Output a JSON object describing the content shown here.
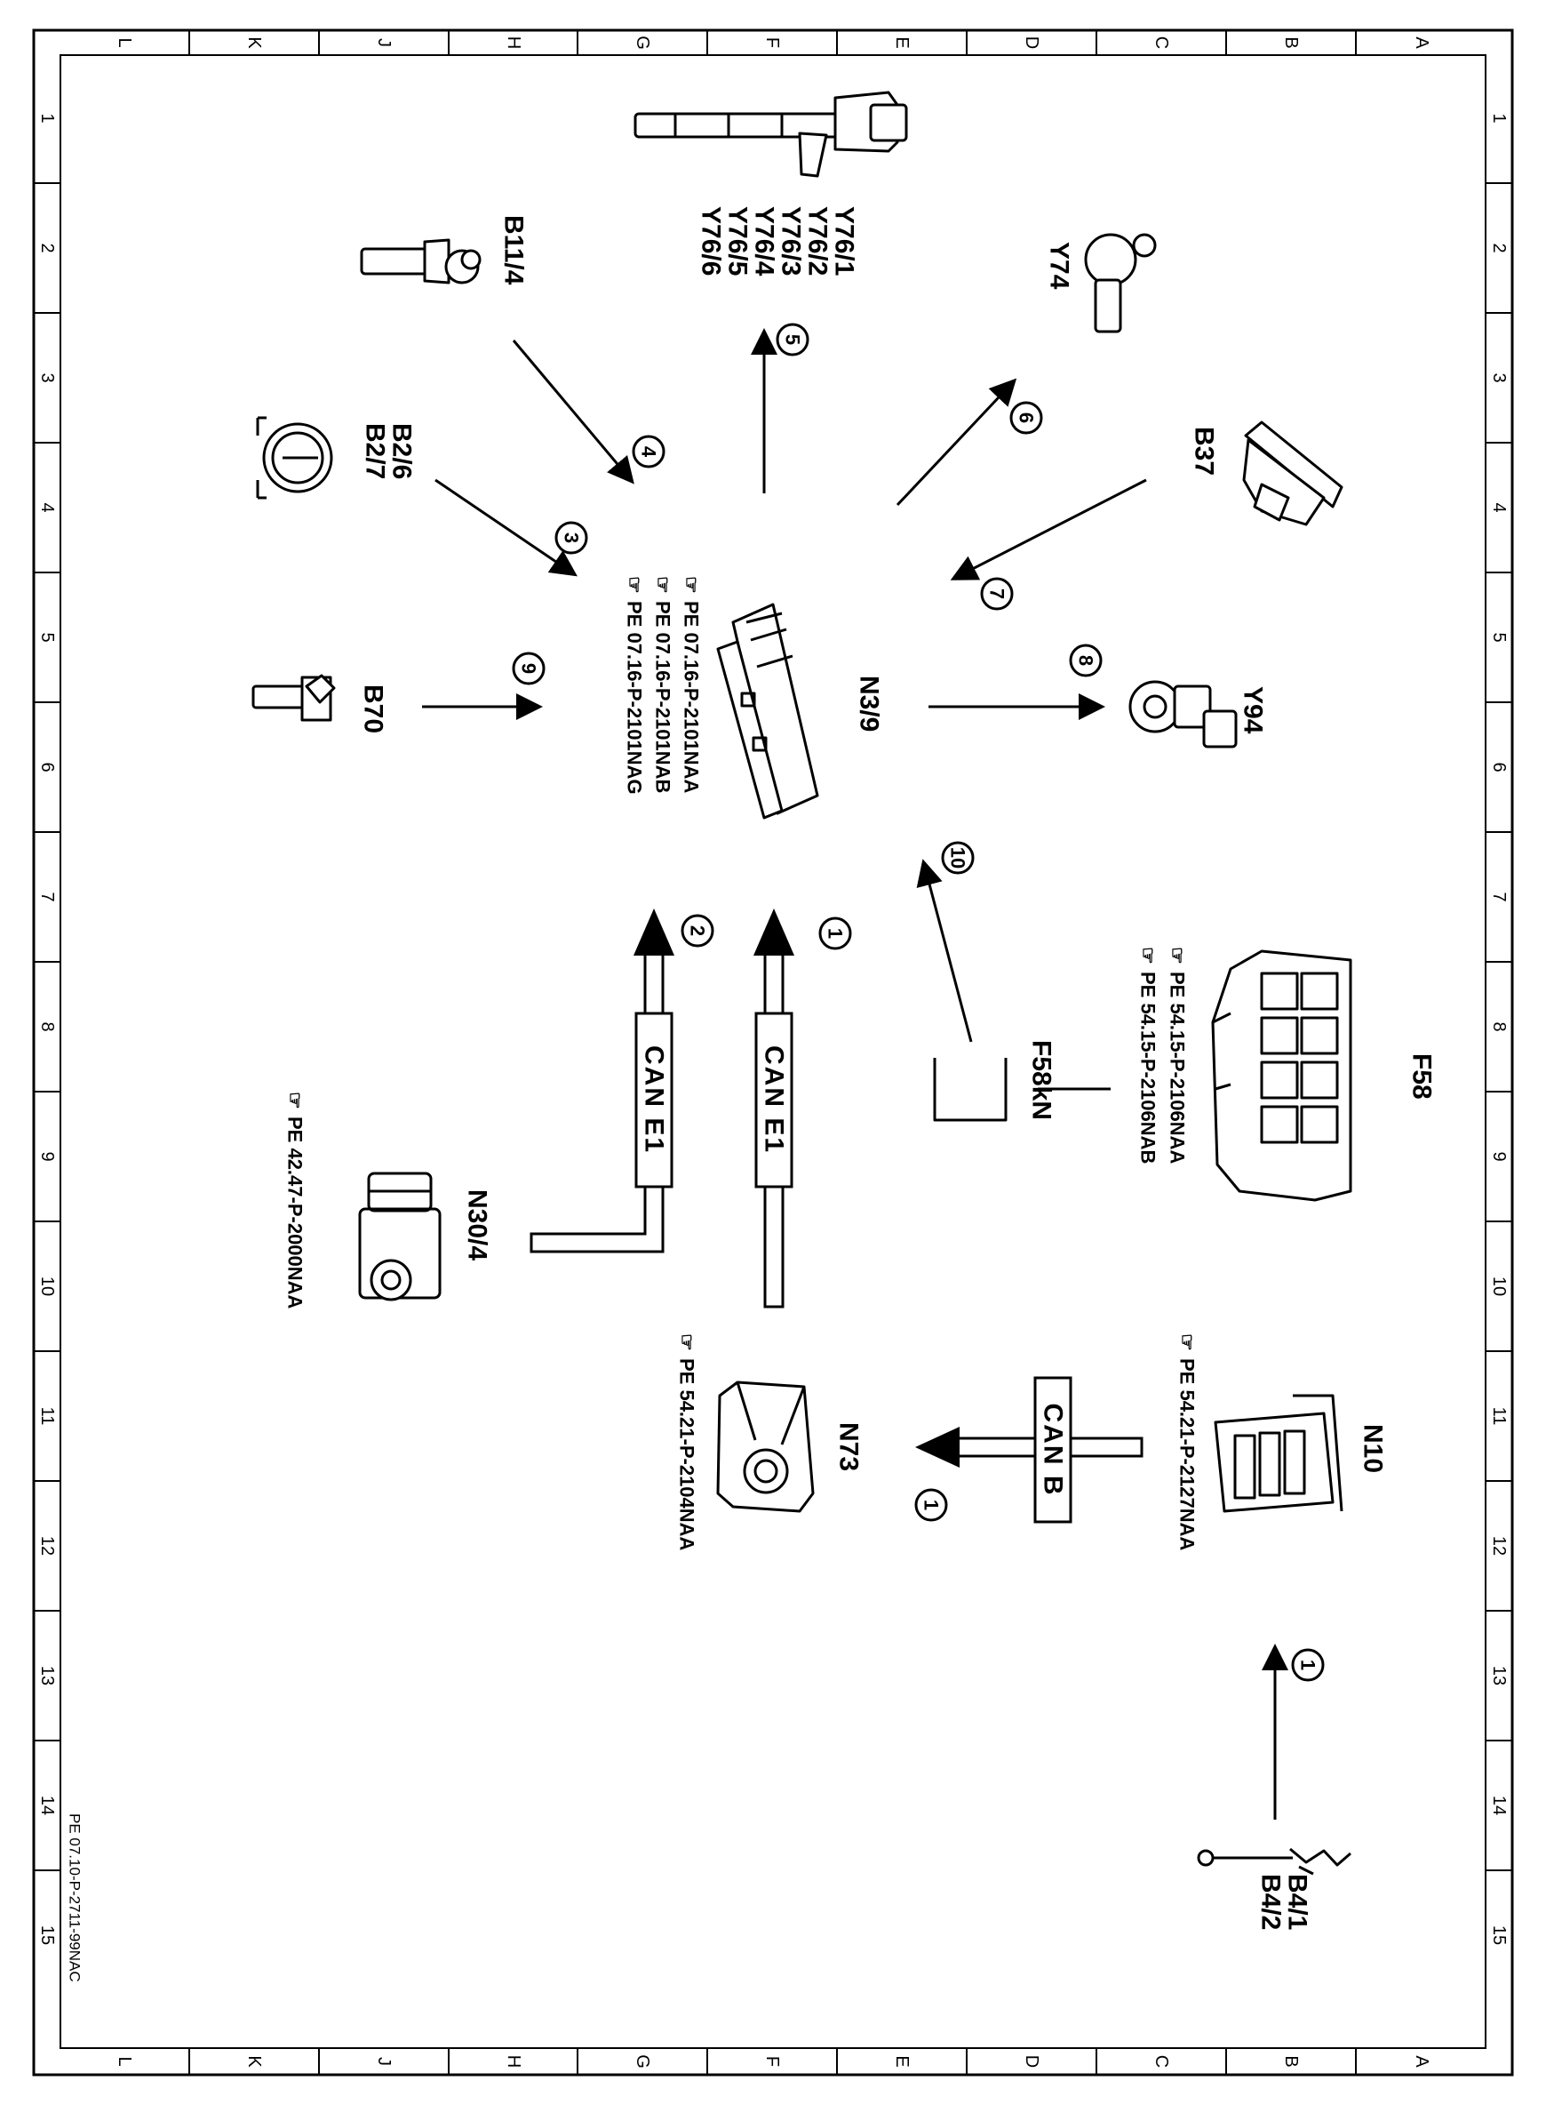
{
  "grid": {
    "letters": [
      "L",
      "K",
      "J",
      "H",
      "G",
      "F",
      "E",
      "D",
      "C",
      "B",
      "A"
    ],
    "numbers": [
      "1",
      "2",
      "3",
      "4",
      "5",
      "6",
      "7",
      "8",
      "9",
      "10",
      "11",
      "12",
      "13",
      "14",
      "15"
    ]
  },
  "components": {
    "y76_1": "Y76/1",
    "y76_2": "Y76/2",
    "y76_3": "Y76/3",
    "y76_4": "Y76/4",
    "y76_5": "Y76/5",
    "y76_6": "Y76/6",
    "b11_4": "B11/4",
    "b2_6": "B2/6",
    "b2_7": "B2/7",
    "y74": "Y74",
    "b37": "B37",
    "b70": "B70",
    "n3_9": "N3/9",
    "y94": "Y94",
    "f58": "F58",
    "f58kn": "F58kN",
    "n30_4": "N30/4",
    "n73": "N73",
    "n10": "N10",
    "b4_1": "B4/1",
    "b4_2": "B4/2"
  },
  "refs": {
    "n3_9_a": "PE  07.16-P-2101NAA",
    "n3_9_b": "PE  07.16-P-2101NAB",
    "n3_9_c": "PE  07.16-P-2101NAG",
    "f58_a": "PE  54.15-P-2106NAA",
    "f58_b": "PE  54.15-P-2106NAB",
    "n30_4": "PE  42.47-P-2000NAA",
    "n73": "PE  54.21-P-2104NAA",
    "n10": "PE  54.21-P-2127NAA"
  },
  "arrows": [
    "1",
    "2",
    "3",
    "4",
    "5",
    "6",
    "7",
    "8",
    "9",
    "10",
    "1",
    "1"
  ],
  "buses": {
    "can_e1_a": "CAN E1",
    "can_e1_b": "CAN E1",
    "can_b": "CAN B"
  },
  "footer": "PE 07.10-P-2711-99NAC"
}
